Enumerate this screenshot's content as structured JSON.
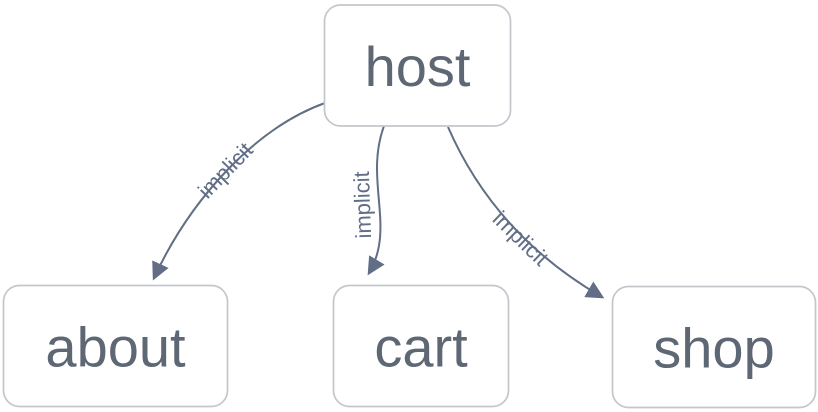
{
  "diagram": {
    "type": "flowchart",
    "direction": "top-down",
    "nodes": [
      {
        "id": "host",
        "label": "host"
      },
      {
        "id": "about",
        "label": "about"
      },
      {
        "id": "cart",
        "label": "cart"
      },
      {
        "id": "shop",
        "label": "shop"
      }
    ],
    "edges": [
      {
        "from": "host",
        "to": "about",
        "label": "implicit",
        "arrow": "filled-triangle"
      },
      {
        "from": "host",
        "to": "cart",
        "label": "implicit",
        "arrow": "filled-triangle"
      },
      {
        "from": "host",
        "to": "shop",
        "label": "implicit",
        "arrow": "filled-triangle"
      }
    ],
    "colors": {
      "background": "#ffffff",
      "node_fill": "#ffffff",
      "node_border": "#c3c7cc",
      "node_text": "#5e6774",
      "edge_stroke": "#616e85",
      "edge_label_text": "#616e85"
    }
  }
}
